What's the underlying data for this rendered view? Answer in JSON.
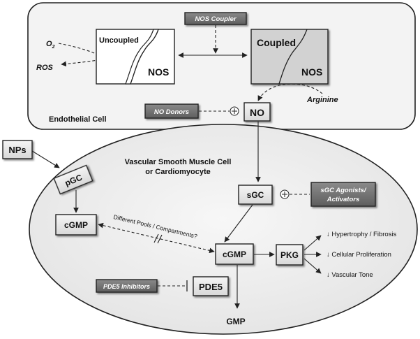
{
  "endothelial_cell": {
    "label": "Endothelial Cell",
    "o2": "O",
    "o2_sub": "2",
    "ros": "ROS",
    "uncoupled_label": "Uncoupled",
    "uncoupled_nos": "NOS",
    "coupled_label": "Coupled",
    "coupled_nos": "NOS",
    "nos_coupler": "NOS Coupler",
    "arginine": "Arginine",
    "no_donors": "NO Donors",
    "no": "NO"
  },
  "smooth_muscle": {
    "label_line1": "Vascular Smooth Muscle Cell",
    "label_line2": "or Cardiomyocyte",
    "nps": "NPs",
    "pgc": "pGC",
    "cgmp_left": "cGMP",
    "sgc": "sGC",
    "sgc_agonists_line1": "sGC Agonists/",
    "sgc_agonists_line2": "Activators",
    "pools_label": "Different Pools / Compartments?",
    "cgmp_center": "cGMP",
    "pkg": "PKG",
    "effect_1": "↓ Hypertrophy / Fibrosis",
    "effect_2": "↓ Cellular Proliferation",
    "effect_3": "↓ Vascular Tone",
    "pde5_inhibitors": "PDE5 Inhibitors",
    "pde5": "PDE5",
    "gmp": "GMP"
  },
  "symbols": {
    "plus": "+"
  },
  "colors": {
    "dark_box": "#6e6e6e",
    "light_box": "#e6e6e6",
    "coupled_fill": "#d4d4d4",
    "ellipse_fill": "#eeeeee",
    "cell_fill": "#f3f3f3"
  }
}
